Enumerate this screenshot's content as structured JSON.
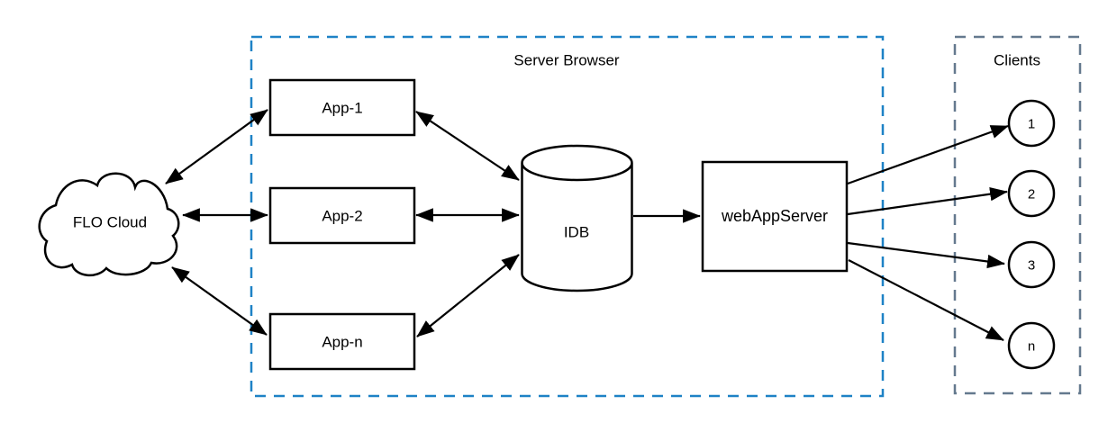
{
  "diagram": {
    "cloud": {
      "label": "FLO Cloud"
    },
    "server_browser": {
      "label": "Server Browser",
      "border_color": "#1E82C6",
      "label_color": "#2389CB"
    },
    "apps": [
      {
        "label": "App-1"
      },
      {
        "label": "App-2"
      },
      {
        "label": "App-n"
      }
    ],
    "database": {
      "label": "IDB"
    },
    "web_app_server": {
      "label": "webAppServer"
    },
    "clients_group": {
      "label": "Clients",
      "border_color": "#64798E",
      "label_color": "#5A6C87"
    },
    "clients": [
      {
        "label": "1"
      },
      {
        "label": "2"
      },
      {
        "label": "3"
      },
      {
        "label": "n"
      }
    ],
    "colors": {
      "shape_stroke": "#000000",
      "shape_fill": "#FFFFFF",
      "connector": "#000000",
      "background": "#FFFFFF"
    },
    "edges": [
      {
        "from": "FLO Cloud",
        "to": "App-1",
        "bidirectional": true
      },
      {
        "from": "FLO Cloud",
        "to": "App-2",
        "bidirectional": true
      },
      {
        "from": "FLO Cloud",
        "to": "App-n",
        "bidirectional": true
      },
      {
        "from": "App-1",
        "to": "IDB",
        "bidirectional": true
      },
      {
        "from": "App-2",
        "to": "IDB",
        "bidirectional": true
      },
      {
        "from": "App-n",
        "to": "IDB",
        "bidirectional": true
      },
      {
        "from": "IDB",
        "to": "webAppServer",
        "bidirectional": false
      },
      {
        "from": "webAppServer",
        "to": "1",
        "bidirectional": false
      },
      {
        "from": "webAppServer",
        "to": "2",
        "bidirectional": false
      },
      {
        "from": "webAppServer",
        "to": "3",
        "bidirectional": false
      },
      {
        "from": "webAppServer",
        "to": "n",
        "bidirectional": false
      }
    ]
  }
}
